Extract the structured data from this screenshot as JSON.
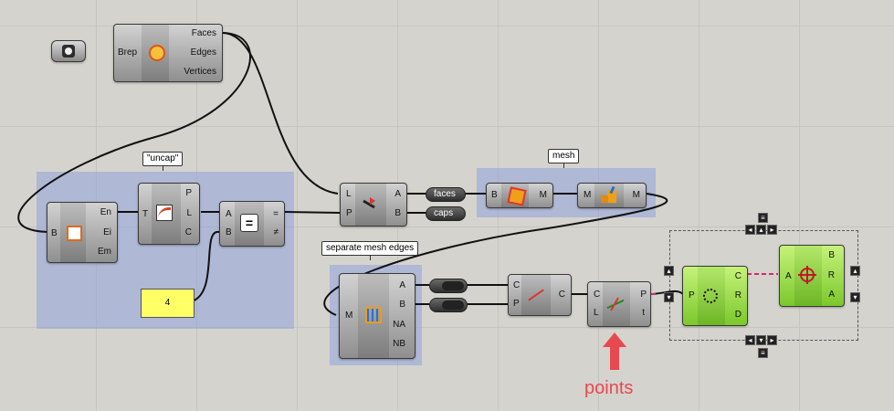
{
  "brep_component": {
    "input": "Brep",
    "outputs": [
      "Faces",
      "Edges",
      "Vertices"
    ]
  },
  "edge_comp": {
    "input": "B",
    "outputs": [
      "En",
      "Ei",
      "Em"
    ]
  },
  "uncap_note": "\"uncap\"",
  "length_comp": {
    "input": "T",
    "outputs": [
      "P",
      "L",
      "C"
    ]
  },
  "equality_comp": {
    "inputs": [
      "A",
      "B"
    ],
    "outputs": [
      "=",
      "≠"
    ],
    "glyph": "="
  },
  "number_panel": "4",
  "dispatch_comp": {
    "inputs": [
      "L",
      "P"
    ],
    "outputs": [
      "A",
      "B"
    ]
  },
  "relays": {
    "faces": "faces",
    "caps": "caps"
  },
  "mesh_note": "mesh",
  "mesh_brep": {
    "input": "B",
    "output": "M"
  },
  "mesh_join": {
    "input": "M",
    "output": "M"
  },
  "sep_note": "separate mesh edges",
  "mesh_edges_comp": {
    "input": "M",
    "outputs": [
      "A",
      "B",
      "NA",
      "NB"
    ]
  },
  "curve_comp": {
    "inputs": [
      "C",
      "P"
    ],
    "output": "C"
  },
  "divide_comp": {
    "inputs": [
      "C",
      "L"
    ],
    "outputs": [
      "P",
      "t"
    ]
  },
  "circle_fit": {
    "input": "P",
    "outputs": [
      "C",
      "R",
      "D"
    ]
  },
  "circle_decon": {
    "input": "A",
    "outputs": [
      "B",
      "R",
      "A"
    ]
  },
  "annotation": "points",
  "colors": {
    "accent": "#e8484f",
    "group": "#8296e1",
    "wire": "#111111",
    "wire_selected": "#d4287a"
  }
}
